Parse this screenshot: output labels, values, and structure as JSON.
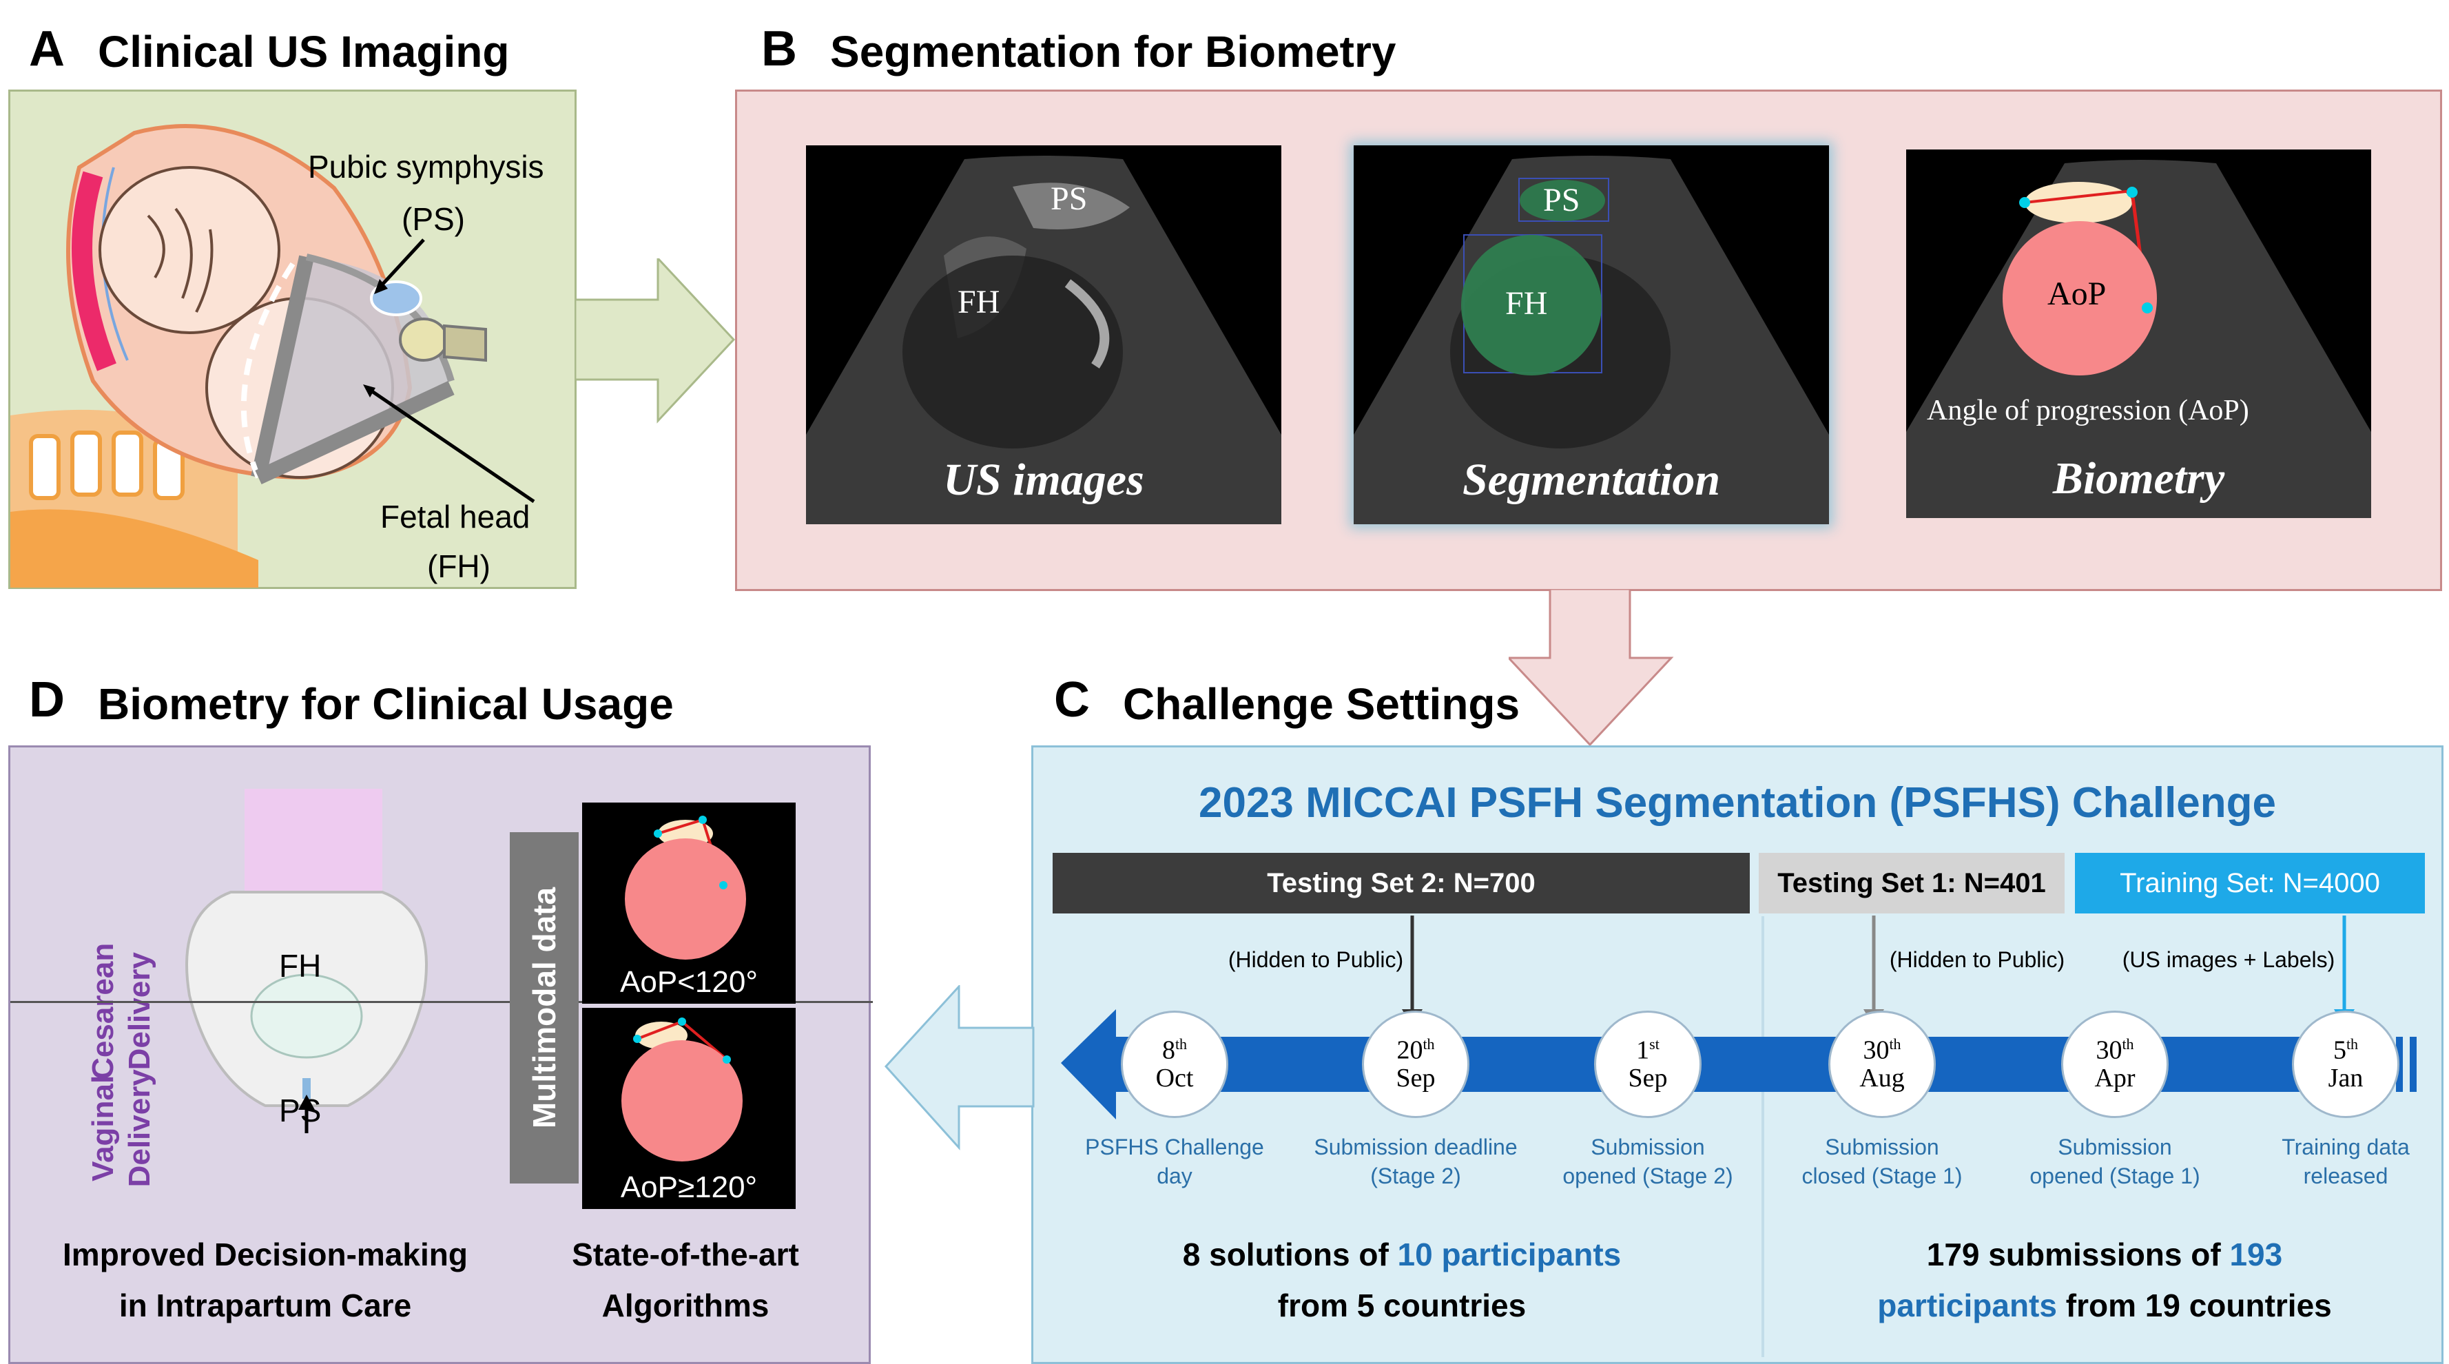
{
  "panel_a": {
    "letter": "A",
    "title": "Clinical US Imaging",
    "label_ps_line1": "Pubic symphysis",
    "label_ps_line2": "(PS)",
    "label_fh_line1": "Fetal head",
    "label_fh_line2": "(FH)"
  },
  "panel_b": {
    "letter": "B",
    "title": "Segmentation for Biometry",
    "img1": {
      "ps": "PS",
      "fh": "FH",
      "caption": "US images"
    },
    "img2": {
      "ps": "PS",
      "fh": "FH",
      "caption": "Segmentation"
    },
    "img3": {
      "aop": "AoP",
      "note": "Angle of progression (AoP)",
      "caption": "Biometry"
    }
  },
  "panel_c": {
    "letter": "C",
    "title": "Challenge Settings",
    "heading": "2023 MICCAI PSFH Segmentation (PSFHS) Challenge",
    "bars": {
      "test2": "Testing Set 2: N=700",
      "test1": "Testing Set 1: N=401",
      "train": "Training Set: N=4000"
    },
    "notes": {
      "test2": "(Hidden to Public)",
      "test1": "(Hidden to Public)",
      "train": "(US images + Labels)"
    },
    "milestones": [
      {
        "day": "8",
        "sup": "th",
        "month": "Oct",
        "event_l1": "PSFHS Challenge",
        "event_l2": "day"
      },
      {
        "day": "20",
        "sup": "th",
        "month": "Sep",
        "event_l1": "Submission deadline",
        "event_l2": "(Stage 2)"
      },
      {
        "day": "1",
        "sup": "st",
        "month": "Sep",
        "event_l1": "Submission",
        "event_l2": "opened (Stage 2)"
      },
      {
        "day": "30",
        "sup": "th",
        "month": "Aug",
        "event_l1": "Submission",
        "event_l2": "closed (Stage 1)"
      },
      {
        "day": "30",
        "sup": "th",
        "month": "Apr",
        "event_l1": "Submission",
        "event_l2": "opened (Stage 1)"
      },
      {
        "day": "5",
        "sup": "th",
        "month": "Jan",
        "event_l1": "Training data",
        "event_l2": "released"
      }
    ],
    "stat_left": {
      "pre": "8 solutions of ",
      "hl": "10 participants",
      "line2": "from 5 countries"
    },
    "stat_right": {
      "pre": "179 submissions of ",
      "hl1": "193",
      "hl2": "participants",
      "post": " from 19 countries"
    }
  },
  "panel_d": {
    "letter": "D",
    "title": "Biometry for Clinical Usage",
    "cesarean": "Cesarean",
    "cesarean_delivery": "Delivery",
    "vaginal": "Vaginal",
    "vaginal_delivery": "Delivery",
    "fh": "FH",
    "ps": "PS",
    "multimodal": "Multimodal data",
    "aop_lt": "AoP<120°",
    "aop_ge": "AoP≥120°",
    "cap_left_l1": "Improved Decision-making",
    "cap_left_l2": "in Intrapartum Care",
    "cap_right_l1": "State-of-the-art",
    "cap_right_l2": "Algorithms"
  },
  "colors": {
    "panel_a_bg": "#dfe8c8",
    "panel_b_bg": "#f4dcdc",
    "panel_c_bg": "#dbeef5",
    "panel_d_bg": "#ddd5e6",
    "accent_blue": "#1f6fb5",
    "train_bar": "#1ea9e8",
    "test2_bar": "#3c3c3c",
    "test1_bar": "#d4d4d4",
    "aop_circle": "#f7888a",
    "segm_green": "#2e7d4f"
  }
}
